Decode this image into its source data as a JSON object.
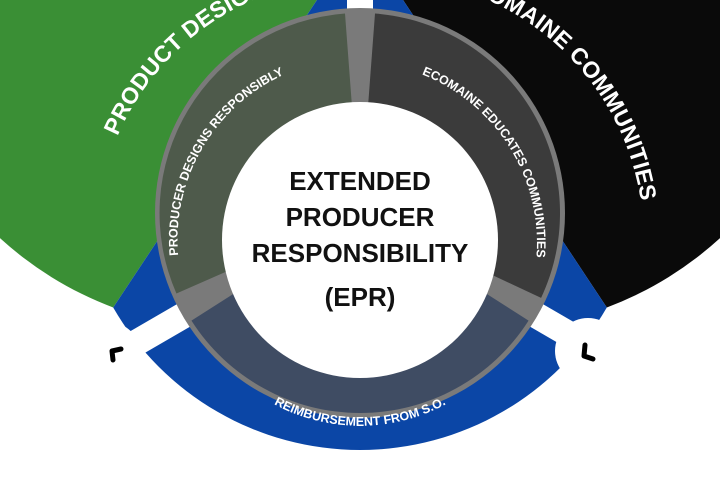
{
  "diagram": {
    "center_lines": [
      "EXTENDED",
      "PRODUCER",
      "RESPONSIBILITY",
      "(EPR)"
    ],
    "outer_segments": [
      {
        "label": "PRODUCT DESIGN",
        "color": "#3a8f35"
      },
      {
        "label": "ECOMAINE COMMUNITIES",
        "color": "#0a0a0a"
      },
      {
        "label": "",
        "color": "#0b46a6"
      }
    ],
    "inner_segments": [
      {
        "label": "PRODUCER DESIGNS RESPONSIBLY",
        "color": "#4e5a4b"
      },
      {
        "label": "ECOMAINE EDUCATES COMMUNITIES",
        "color": "#3b3b3b"
      },
      {
        "label": "REIMBURSEMENT FROM S.O.",
        "color": "#3f4c63"
      }
    ],
    "ring_color": "#7a7a7a",
    "connector_icons": [
      {
        "name": "chevron-up-left-icon"
      },
      {
        "name": "chevron-down-left-icon"
      }
    ]
  }
}
